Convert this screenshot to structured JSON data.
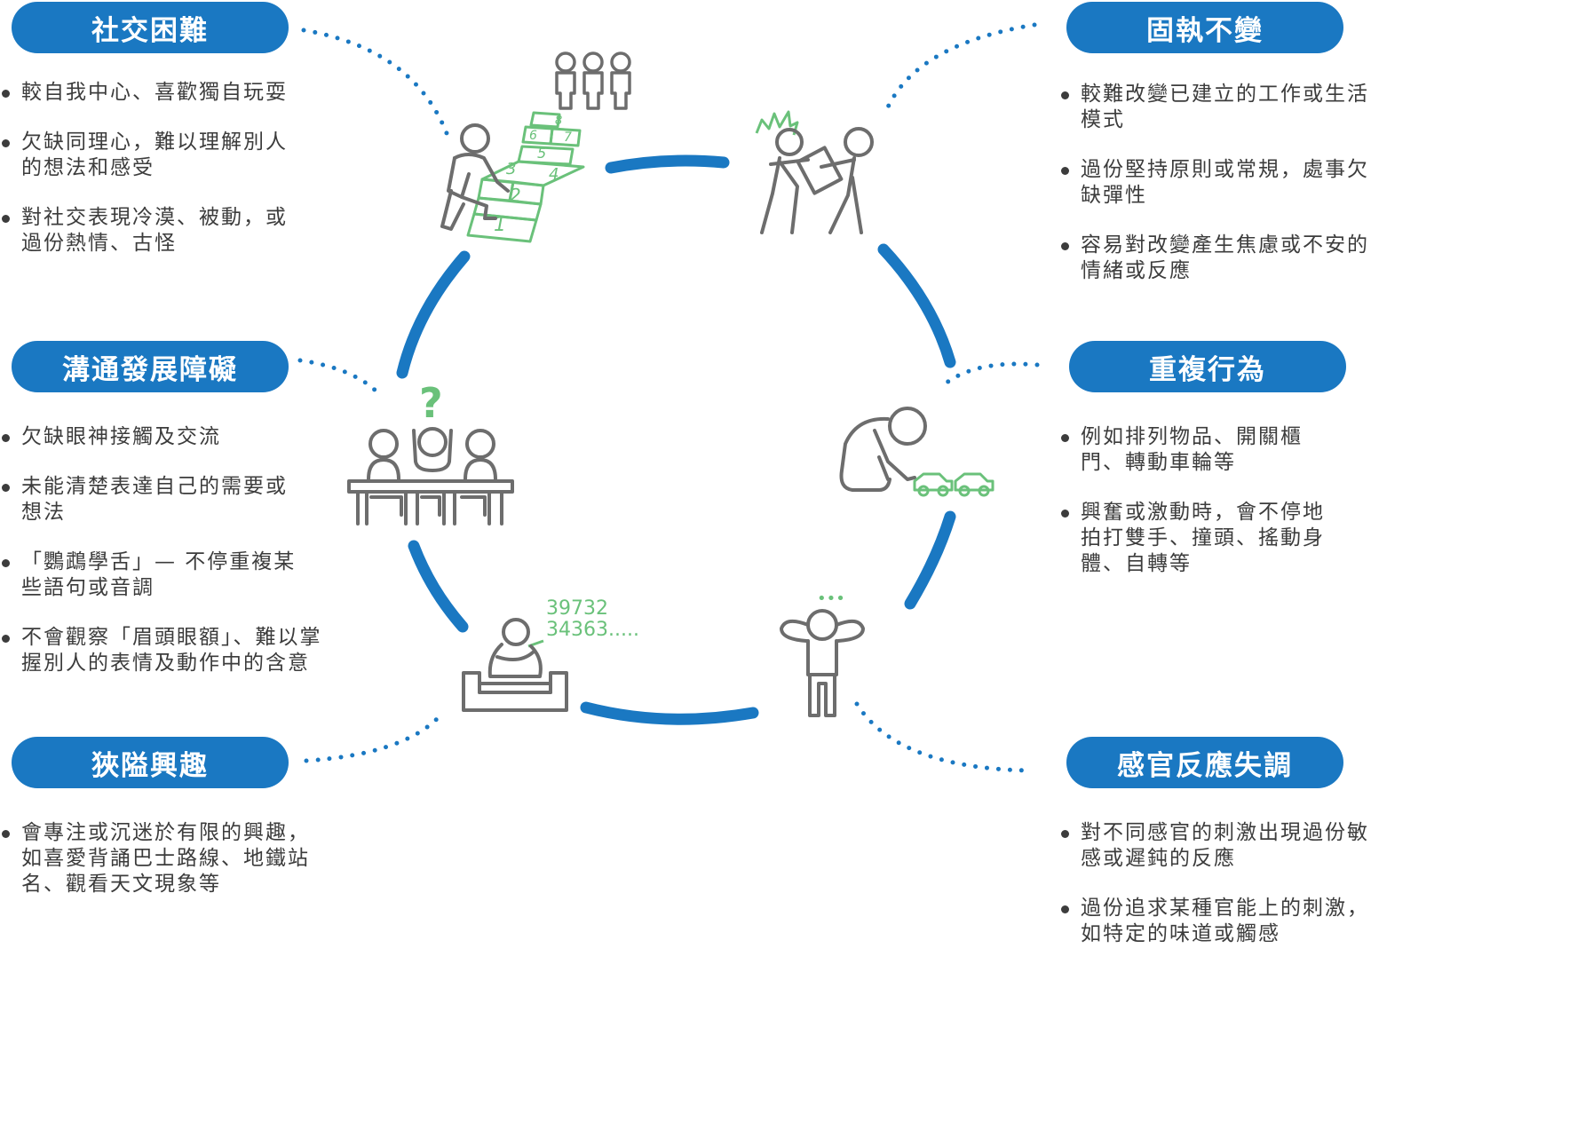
{
  "colors": {
    "accent": "#1a78c2",
    "icon_gray": "#6d6d6d",
    "icon_green": "#6ac17a",
    "text": "#3c3c3c"
  },
  "sections": [
    {
      "id": "social",
      "title": "社交困難",
      "items": [
        "較自我中心、喜歡獨自玩耍",
        "欠缺同理心，難以理解別人的想法和感受",
        "對社交表現冷漠、被動，或過份熱情、古怪"
      ]
    },
    {
      "id": "rigid",
      "title": "固執不變",
      "items": [
        "較難改變已建立的工作或生活模式",
        "過份堅持原則或常規，處事欠缺彈性",
        "容易對改變產生焦慮或不安的情緒或反應"
      ]
    },
    {
      "id": "communication",
      "title": "溝通發展障礙",
      "items": [
        "欠缺眼神接觸及交流",
        "未能清楚表達自己的需要或想法",
        "「鸚鵡學舌」— 不停重複某些語句或音調",
        "不會觀察「眉頭眼額」、難以掌握別人的表情及動作中的含意"
      ]
    },
    {
      "id": "repetitive",
      "title": "重複行為",
      "items": [
        "例如排列物品、開關櫃門、轉動車輪等",
        "興奮或激動時，會不停地拍打雙手、撞頭、搖動身體、自轉等"
      ]
    },
    {
      "id": "narrow",
      "title": "狹隘興趣",
      "items": [
        "會專注或沉迷於有限的興趣，如喜愛背誦巴士路線、地鐵站名、觀看天文現象等"
      ]
    },
    {
      "id": "sensory",
      "title": "感官反應失調",
      "items": [
        "對不同感官的刺激出現過份敏感或遲鈍的反應",
        "過份追求某種官能上的刺激，如特定的味道或觸感"
      ]
    }
  ],
  "illustrations": {
    "hopscotch_numbers": [
      "1",
      "2",
      "3",
      "4",
      "5",
      "6",
      "7",
      "8"
    ],
    "question_mark": "?",
    "numbers_line1": "39732",
    "numbers_line2": "34363.....",
    "dots": "•••"
  }
}
